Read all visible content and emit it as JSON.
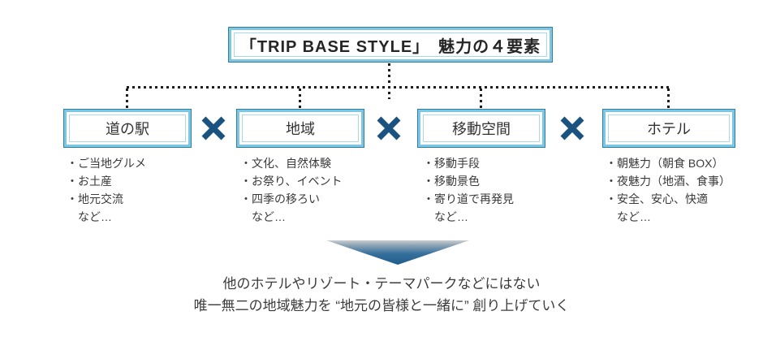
{
  "title": {
    "text": "「TRIP BASE STYLE」　魅力の４要素"
  },
  "multiply_symbol": "×",
  "columns": [
    {
      "label": "道の駅",
      "items": [
        "・ご当地グルメ",
        "・お土産",
        "・地元交流"
      ],
      "etc": "など…"
    },
    {
      "label": "地域",
      "items": [
        "・文化、自然体験",
        "・お祭り、イベント",
        "・四季の移ろい"
      ],
      "etc": "など…"
    },
    {
      "label": "移動空間",
      "items": [
        "・移動手段",
        "・移動景色",
        "・寄り道で再発見"
      ],
      "etc": "など…"
    },
    {
      "label": "ホテル",
      "items": [
        "・朝魅力（朝食 BOX）",
        "・夜魅力（地酒、食事）",
        "・安全、安心、快適"
      ],
      "etc": "など…"
    }
  ],
  "conclusion": {
    "line1": "他のホテルやリゾート・テーマパークなどにはない",
    "line2": "唯一無二の地域魅力を “地元の皆様と一緒に” 創り上げていく"
  },
  "colors": {
    "accent": "#1B5380",
    "frame_dark": "#2B7FA3",
    "frame_light": "#7EC6E2",
    "frame_lighter": "#A8D8EC",
    "dot": "#1C1C1C",
    "arrow_top": "#C9CED3",
    "arrow_main": "#1F5C8B"
  }
}
